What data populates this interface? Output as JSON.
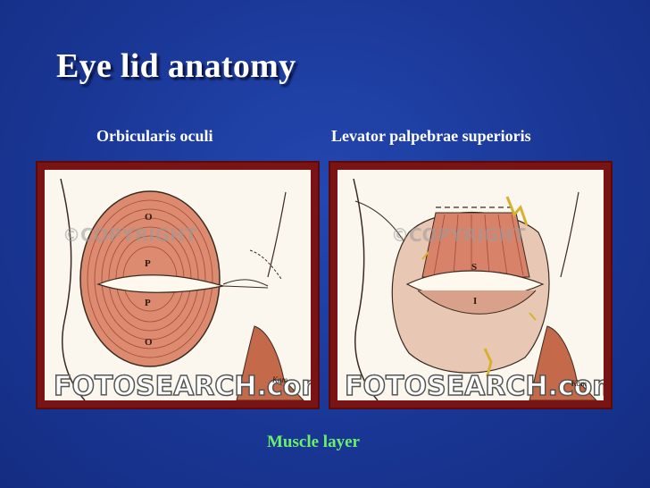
{
  "slide": {
    "title": "Eye lid anatomy",
    "left_caption": "Orbicularis oculi",
    "right_caption": "Levator palpebrae superioris",
    "footer": "Muscle layer"
  },
  "left_figure": {
    "labels": [
      "O",
      "P",
      "P",
      "O"
    ],
    "watermark_top": "©COPYRIGHT",
    "watermark_bottom": "FOTOSEARCH.com",
    "signature": "Kam"
  },
  "right_figure": {
    "labels": [
      "S",
      "I"
    ],
    "watermark_top": "©COPYRIGHT",
    "watermark_bottom": "FOTOSEARCH.com",
    "signature": "Kam"
  },
  "colors": {
    "background": "#1b3a9c",
    "frame": "#7a1414",
    "footer_text": "#6cf06c",
    "muscle": "#d9826a"
  }
}
